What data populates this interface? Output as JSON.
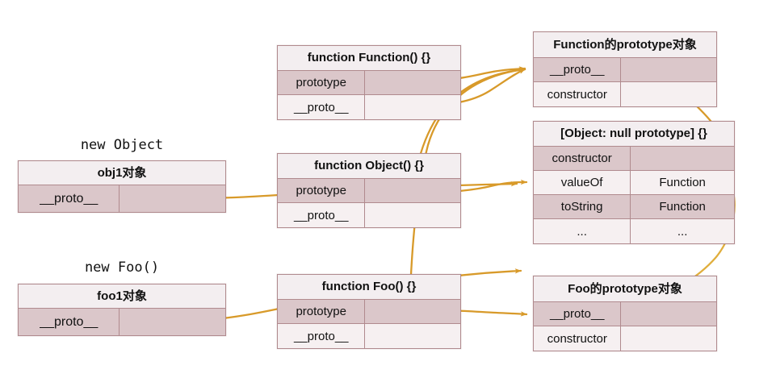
{
  "diagram": {
    "title_hidden": "JavaScript prototype chain diagram",
    "accent_color": "#d89a2a",
    "border_color": "#b08a8e",
    "row_dark": "#dbc7ca",
    "row_light": "#f6f0f1"
  },
  "left": {
    "obj1": {
      "caption": "new Object",
      "title": "obj1对象",
      "rows": [
        {
          "key": "__proto__",
          "value": ""
        }
      ]
    },
    "foo1": {
      "caption": "new Foo()",
      "title": "foo1对象",
      "rows": [
        {
          "key": "__proto__",
          "value": ""
        }
      ]
    }
  },
  "middle": {
    "function_fn": {
      "title": "function Function() {}",
      "rows": [
        {
          "key": "prototype",
          "value": ""
        },
        {
          "key": "__proto__",
          "value": ""
        }
      ]
    },
    "object_fn": {
      "title": "function Object() {}",
      "rows": [
        {
          "key": "prototype",
          "value": ""
        },
        {
          "key": "__proto__",
          "value": ""
        }
      ]
    },
    "foo_fn": {
      "title": "function Foo() {}",
      "rows": [
        {
          "key": "prototype",
          "value": ""
        },
        {
          "key": "__proto__",
          "value": ""
        }
      ]
    }
  },
  "right": {
    "function_prototype": {
      "title": "Function的prototype对象",
      "rows": [
        {
          "key": "__proto__",
          "value": ""
        },
        {
          "key": "constructor",
          "value": ""
        }
      ]
    },
    "object_null_prototype": {
      "title": "[Object: null prototype] {}",
      "rows": [
        {
          "key": "constructor",
          "value": ""
        },
        {
          "key": "valueOf",
          "value": "Function"
        },
        {
          "key": "toString",
          "value": "Function"
        },
        {
          "key": "...",
          "value": "..."
        }
      ]
    },
    "foo_prototype": {
      "title": "Foo的prototype对象",
      "rows": [
        {
          "key": "__proto__",
          "value": ""
        },
        {
          "key": "constructor",
          "value": ""
        }
      ]
    }
  },
  "connections": [
    {
      "from": "obj1.__proto__",
      "to": "object_null_prototype"
    },
    {
      "from": "foo1.__proto__",
      "to": "foo_prototype"
    },
    {
      "from": "function_fn.prototype",
      "to": "function_prototype"
    },
    {
      "from": "function_fn.__proto__",
      "to": "function_prototype"
    },
    {
      "from": "object_fn.prototype",
      "to": "object_null_prototype"
    },
    {
      "from": "object_fn.__proto__",
      "to": "function_prototype"
    },
    {
      "from": "foo_fn.prototype",
      "to": "foo_prototype"
    },
    {
      "from": "foo_fn.__proto__",
      "to": "function_prototype"
    },
    {
      "from": "function_prototype.__proto__",
      "to": "object_null_prototype"
    },
    {
      "from": "foo_prototype.__proto__",
      "to": "object_null_prototype"
    }
  ]
}
